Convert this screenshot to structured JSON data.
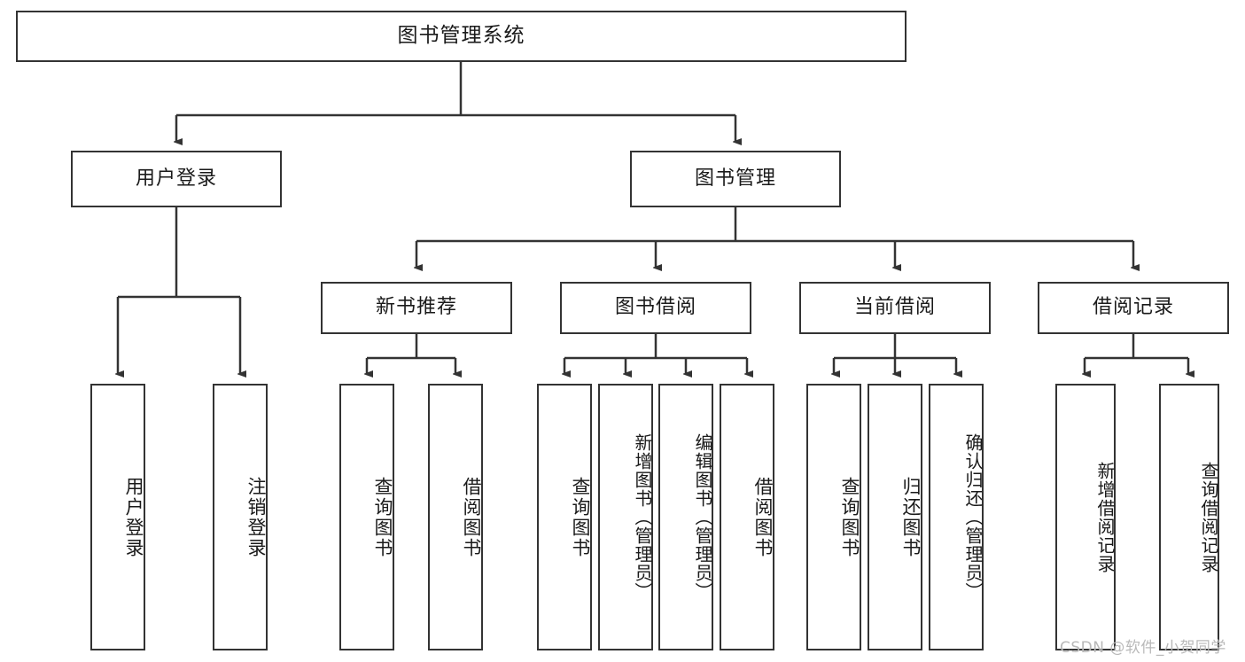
{
  "diagram": {
    "title": "图书管理系统",
    "type": "functional-structure-tree",
    "background_color": "#ffffff",
    "line_color": "#333333",
    "box_border_color": "#333333",
    "text_color": "#1a1a1a"
  },
  "nodes": {
    "root": {
      "label": "图书管理系统",
      "level": 1
    },
    "level2": [
      {
        "id": "user-login",
        "label": "用户登录"
      },
      {
        "id": "book-manage",
        "label": "图书管理"
      }
    ],
    "level3": [
      {
        "id": "new-book-recommend",
        "label": "新书推荐"
      },
      {
        "id": "book-borrow",
        "label": "图书借阅"
      },
      {
        "id": "current-borrow",
        "label": "当前借阅"
      },
      {
        "id": "borrow-record",
        "label": "借阅记录"
      }
    ],
    "leaves": {
      "user-login": [
        {
          "id": "leaf-user-login",
          "label": "用户登录"
        },
        {
          "id": "leaf-logout-login",
          "label": "注销登录"
        }
      ],
      "new-book-recommend": [
        {
          "id": "leaf-query-book-1",
          "label": "查询图书"
        },
        {
          "id": "leaf-borrow-book-1",
          "label": "借阅图书"
        }
      ],
      "book-borrow": [
        {
          "id": "leaf-query-book-2",
          "label": "查询图书"
        },
        {
          "id": "leaf-add-book",
          "label": "新增图书（管理员）"
        },
        {
          "id": "leaf-edit-book",
          "label": "编辑图书（管理员）"
        },
        {
          "id": "leaf-borrow-book-2",
          "label": "借阅图书"
        }
      ],
      "current-borrow": [
        {
          "id": "leaf-query-book-3",
          "label": "查询图书"
        },
        {
          "id": "leaf-return-book",
          "label": "归还图书"
        },
        {
          "id": "leaf-confirm-return",
          "label": "确认归还（管理员）"
        }
      ],
      "borrow-record": [
        {
          "id": "leaf-add-record",
          "label": "新增借阅记录"
        },
        {
          "id": "leaf-query-record",
          "label": "查询借阅记录"
        }
      ]
    }
  },
  "watermark": {
    "text": "CSDN @软件_小贺同学"
  }
}
